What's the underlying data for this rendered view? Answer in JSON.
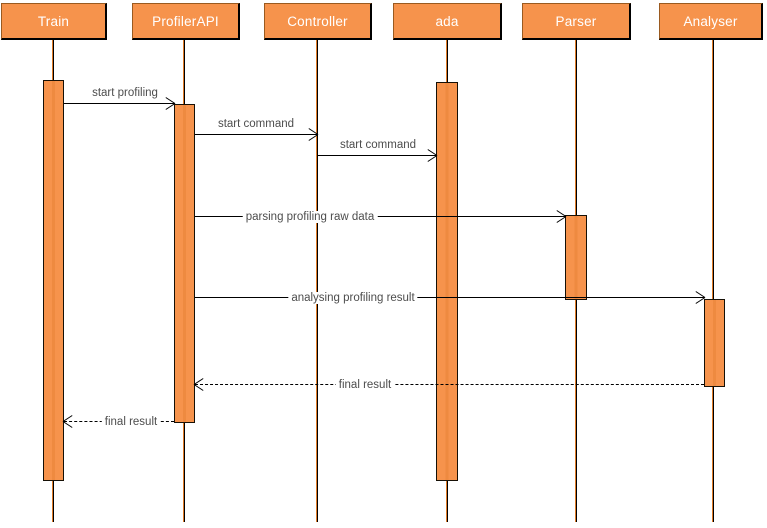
{
  "diagram": {
    "type": "uml-sequence-diagram",
    "actors": [
      {
        "name": "Train"
      },
      {
        "name": "ProfilerAPI"
      },
      {
        "name": "Controller"
      },
      {
        "name": "ada"
      },
      {
        "name": "Parser"
      },
      {
        "name": "Analyser"
      }
    ],
    "messages": [
      {
        "label": "start profiling",
        "from": "Train",
        "to": "ProfilerAPI",
        "style": "solid"
      },
      {
        "label": "start command",
        "from": "ProfilerAPI",
        "to": "Controller",
        "style": "solid"
      },
      {
        "label": "start command",
        "from": "Controller",
        "to": "ada",
        "style": "solid"
      },
      {
        "label": "parsing profiling raw data",
        "from": "ProfilerAPI",
        "to": "Parser",
        "style": "solid"
      },
      {
        "label": "analysing profiling result",
        "from": "ProfilerAPI",
        "to": "Analyser",
        "style": "solid"
      },
      {
        "label": "final result",
        "from": "Analyser",
        "to": "ProfilerAPI",
        "style": "dashed-return"
      },
      {
        "label": "final result",
        "from": "ProfilerAPI",
        "to": "Train",
        "style": "dashed-return"
      }
    ],
    "colors": {
      "actor_fill": "#F6934C",
      "actor_text": "#FFFFFF",
      "line": "#000000",
      "label_text": "#4D4D4D",
      "background": "#FFFFFF"
    }
  }
}
